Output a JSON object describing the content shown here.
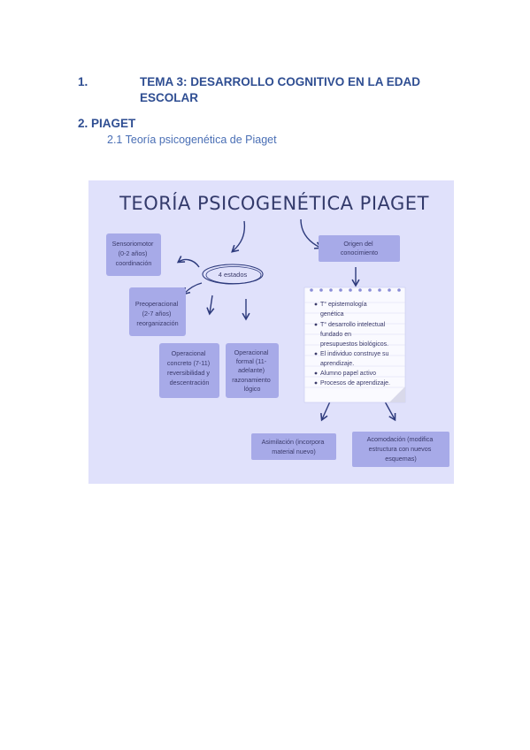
{
  "heading1": {
    "number": "1.",
    "text": "TEMA 3: DESARROLLO COGNITIVO EN LA EDAD ESCOLAR"
  },
  "heading2": {
    "text": "2. PIAGET"
  },
  "heading3": {
    "text": "2.1 Teoría psicogenética de Piaget"
  },
  "figure": {
    "title": "TEORÍA PSICOGENÉTICA PIAGET",
    "center_label": "4 estados",
    "sensoriomotor": [
      "Sensoriomotor",
      "(0-2 años)",
      "coordinación"
    ],
    "preoperacional": [
      "Preoperacional",
      "(2-7 años)",
      "reorganización"
    ],
    "operacional_concreto": [
      "Operacional",
      "concreto (7-11)",
      "reversibilidad y",
      "descentración"
    ],
    "operacional_formal": [
      "Operacional",
      "formal (11-",
      "adelante)",
      "razonamiento",
      "lógico"
    ],
    "origen": [
      "Origen del",
      "conocimiento"
    ],
    "note_items": [
      [
        "T° epistemología",
        "genética"
      ],
      [
        "T° desarrollo intelectual",
        "fundado en",
        "presupuestos biológicos."
      ],
      [
        "El individuo construye su",
        "aprendizaje."
      ],
      [
        "Alumno papel activo"
      ],
      [
        "Procesos de aprendizaje."
      ]
    ],
    "asimilacion": [
      "Asimilación (incorpora",
      "material nuevo)"
    ],
    "acomodacion": [
      "Acomodación (modifica",
      "estructura con nuevos",
      "esquemas)"
    ],
    "colors": {
      "background": "#e0e1fb",
      "box": "#a7aae8",
      "arrow": "#2d3a7c",
      "note": "#fafaff"
    }
  }
}
